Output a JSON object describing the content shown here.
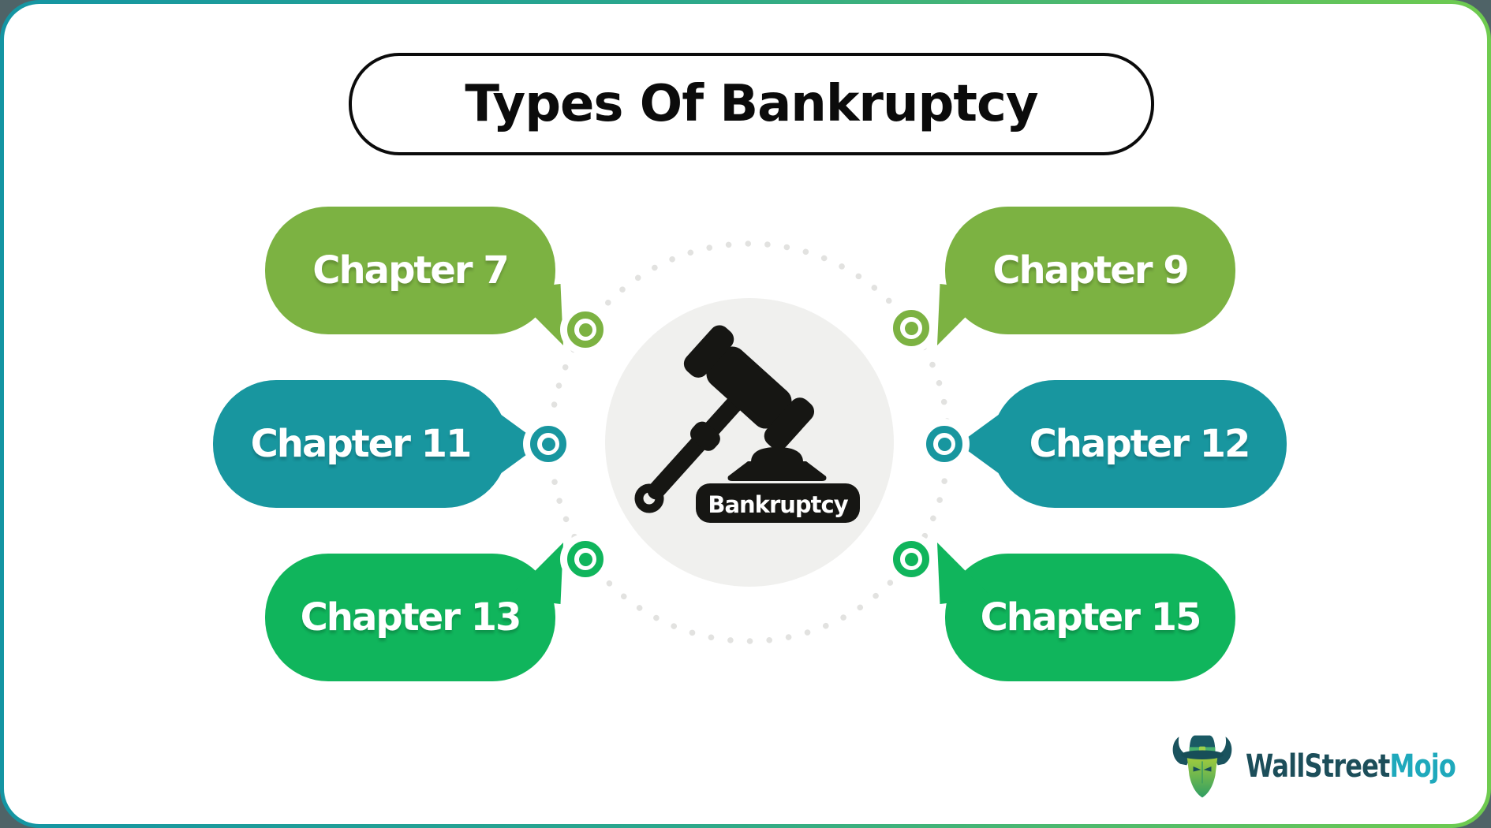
{
  "canvas": {
    "outer_background": "#4F6367",
    "card_background": "#FFFFFF",
    "border_gradient_start": "#1495A3",
    "border_gradient_end": "#6FCB4F"
  },
  "title": {
    "text": "Types Of Bankruptcy"
  },
  "center": {
    "label": "Bankruptcy",
    "icon": "gavel-icon",
    "circle_color": "#F0F0EE",
    "dotted_ring_color": "#E2E2E0"
  },
  "bubbles": [
    {
      "label": "Chapter 7",
      "color": "#7CB242",
      "position": "top-left"
    },
    {
      "label": "Chapter 9",
      "color": "#7CB242",
      "position": "top-right"
    },
    {
      "label": "Chapter 11",
      "color": "#18969F",
      "position": "middle-left"
    },
    {
      "label": "Chapter 12",
      "color": "#18969F",
      "position": "middle-right"
    },
    {
      "label": "Chapter 13",
      "color": "#10B55C",
      "position": "bottom-left"
    },
    {
      "label": "Chapter 15",
      "color": "#10B55C",
      "position": "bottom-right"
    }
  ],
  "logo": {
    "text_primary": "WallStreet",
    "text_secondary": "Mojo",
    "primary_color": "#1C4E5A",
    "secondary_color": "#1FA9BC"
  }
}
